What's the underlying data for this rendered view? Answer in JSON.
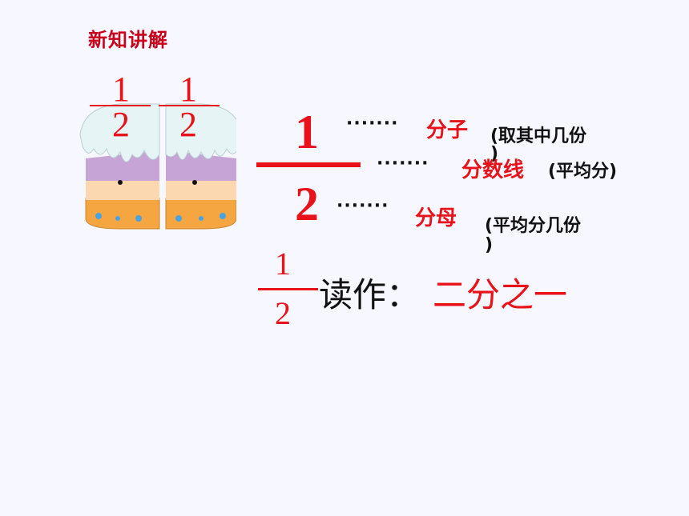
{
  "slide": {
    "title": "新知讲解"
  },
  "cake_fractions": [
    {
      "numerator": "1",
      "denominator": "2"
    },
    {
      "numerator": "1",
      "denominator": "2"
    }
  ],
  "big_fraction": {
    "numerator": "1",
    "denominator": "2"
  },
  "parts": {
    "numerator": {
      "dots": "·······",
      "term": "分子",
      "note_line1": "(取其中几份",
      "note_line2": ")"
    },
    "line": {
      "dots": "·······",
      "term": "分数线",
      "note": "(平均分)"
    },
    "denominator": {
      "dots": "·······",
      "term": "分母",
      "note_line1": "(平均分几份",
      "note_line2": ")"
    }
  },
  "reading": {
    "numerator": "1",
    "denominator": "2",
    "label": "读作：",
    "value": "二分之一"
  },
  "colors": {
    "accent": "#e8121a",
    "title": "#c8001a",
    "text": "#111111"
  }
}
